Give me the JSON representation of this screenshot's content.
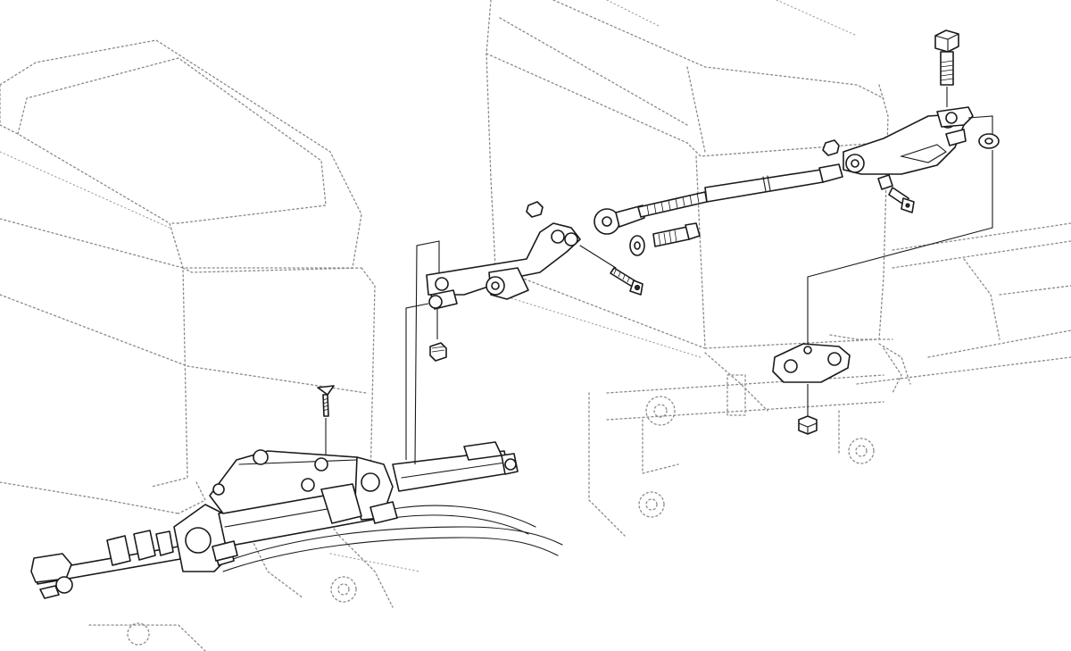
{
  "diagram": {
    "style": "exploded-view line drawing",
    "colors": {
      "line": "#1a1a1a",
      "ghost": "#8a8a8a",
      "background": "#ffffff"
    },
    "parts": [
      "outboard-motor-left",
      "outboard-motor-right",
      "hydraulic-steering-cylinder",
      "hydraulic-hoses",
      "tiller-arm-left",
      "tie-bar-rod",
      "tiller-arm-right",
      "hex-bolt",
      "flat-washer",
      "socket-cap-screw",
      "lock-nut",
      "countersunk-screw",
      "clamp-bracket"
    ]
  }
}
